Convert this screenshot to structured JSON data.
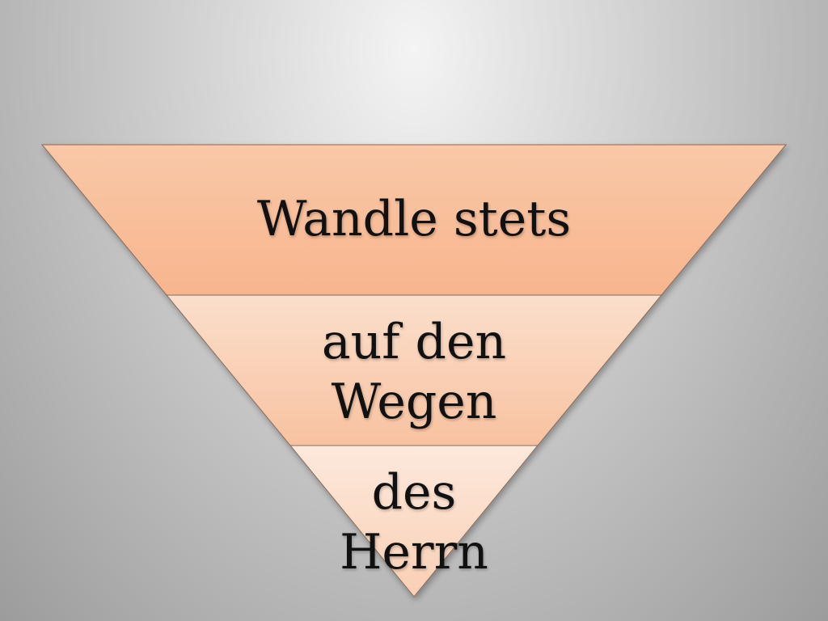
{
  "diagram": {
    "type": "inverted-pyramid",
    "levels": [
      {
        "label": "Wandle stets",
        "fill_top": "#f9c8a8",
        "fill_bottom": "#f7b58d"
      },
      {
        "label": "auf den\nWegen",
        "fill_top": "#fbdfcc",
        "fill_bottom": "#f8c2a0"
      },
      {
        "label": "des\nHerrn",
        "fill_top": "#fde9dc",
        "fill_bottom": "#f9cfb4"
      }
    ],
    "stroke_color": "#8a6a58"
  }
}
